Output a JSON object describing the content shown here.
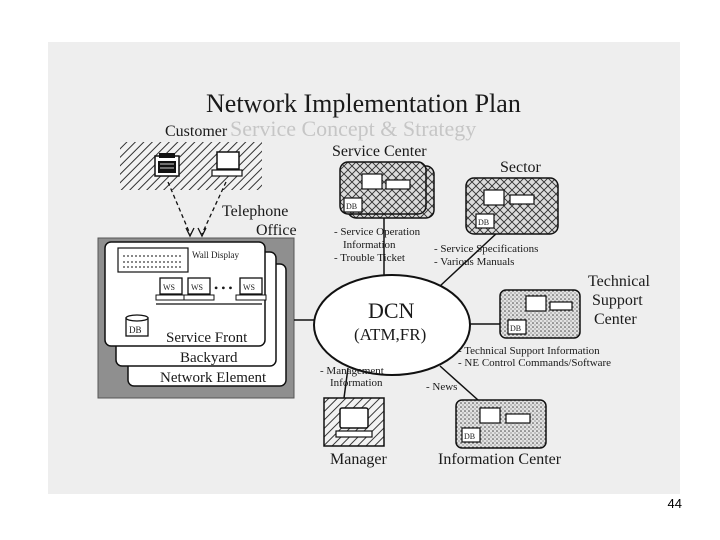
{
  "page_number": "44",
  "diagram": {
    "title": "Network Implementation Plan",
    "ghost_text": "Service Concept & Strategy",
    "customer": {
      "label": "Customer"
    },
    "telephone_office": {
      "label_line1": "Telephone",
      "label_line2": "Office"
    },
    "office_stack": {
      "wall_display": "Wall Display",
      "ws_labels": [
        "WS",
        "WS",
        "WS"
      ],
      "ellipsis": "• • •",
      "db": "DB",
      "layers": [
        "Service Front",
        "Backyard",
        "Network Element"
      ]
    },
    "dcn": {
      "line1": "DCN",
      "line2": "(ATM,FR)"
    },
    "service_center": {
      "label": "Service Center",
      "db": "DB",
      "items": [
        "- Service Operation",
        "Information",
        "- Trouble Ticket"
      ]
    },
    "sector": {
      "label": "Sector",
      "db": "DB",
      "items": [
        "- Service Specifications",
        "- Various Manuals"
      ]
    },
    "technical_support": {
      "label_lines": [
        "Technical",
        "Support",
        "Center"
      ],
      "db": "DB",
      "items": [
        "- Technical Support Information",
        "- NE Control Commands/Software"
      ]
    },
    "manager": {
      "label": "Manager",
      "items": [
        "- Management",
        "Information"
      ]
    },
    "information_center": {
      "label": "Information Center",
      "db": "DB",
      "items": [
        "- News"
      ]
    },
    "colors": {
      "background": "#eeeeee",
      "ink": "#1a1a1a",
      "office_shade": "#8a8a8a",
      "hatch": "#3a3a3a",
      "dot_fill": "#d8d8d8"
    }
  }
}
